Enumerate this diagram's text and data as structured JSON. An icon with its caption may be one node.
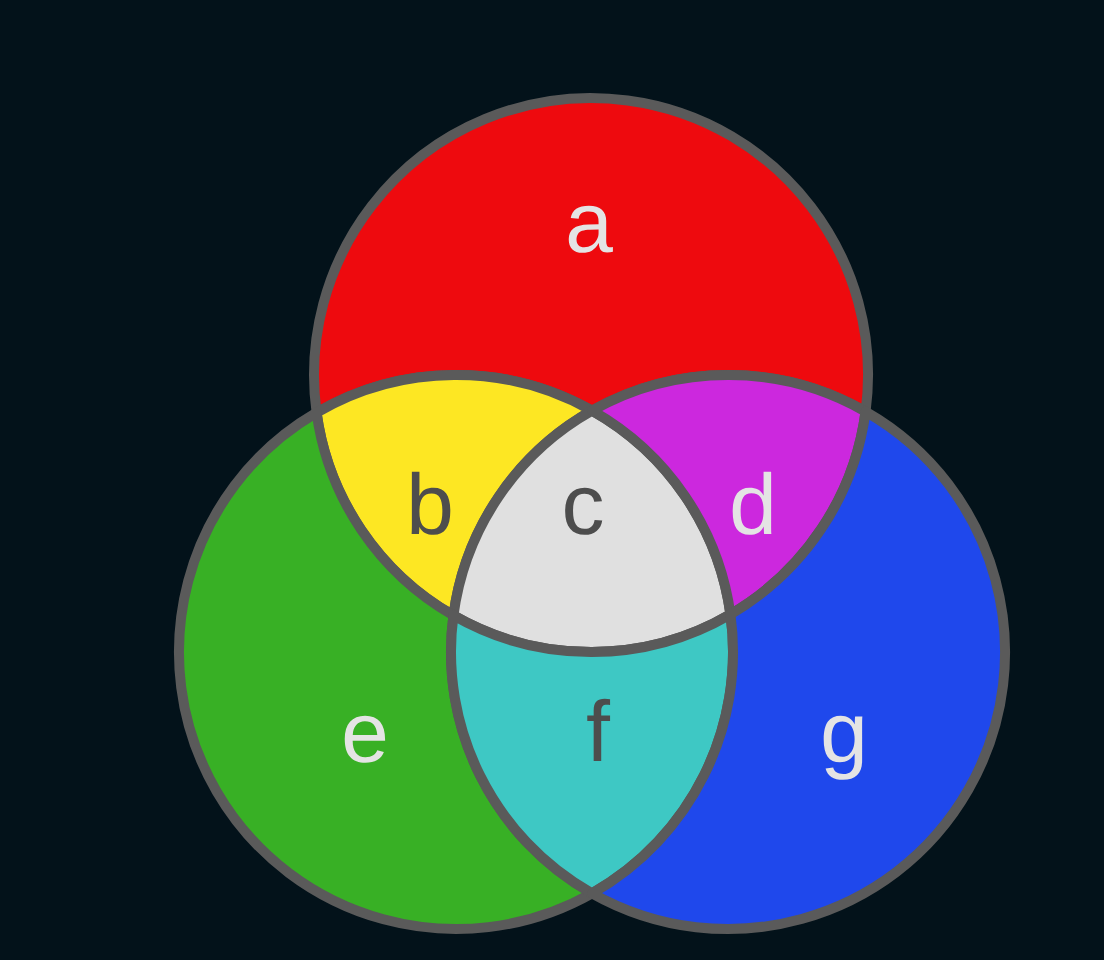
{
  "diagram": {
    "nodes": [
      {
        "text": [
          "a"
        ]
      },
      {
        "text": [
          "b"
        ]
      },
      {
        "text": [
          "c"
        ]
      },
      {
        "text": [
          "d"
        ]
      },
      {
        "text": [
          "e"
        ]
      },
      {
        "text": [
          "f"
        ]
      },
      {
        "text": [
          "g"
        ]
      }
    ]
  }
}
